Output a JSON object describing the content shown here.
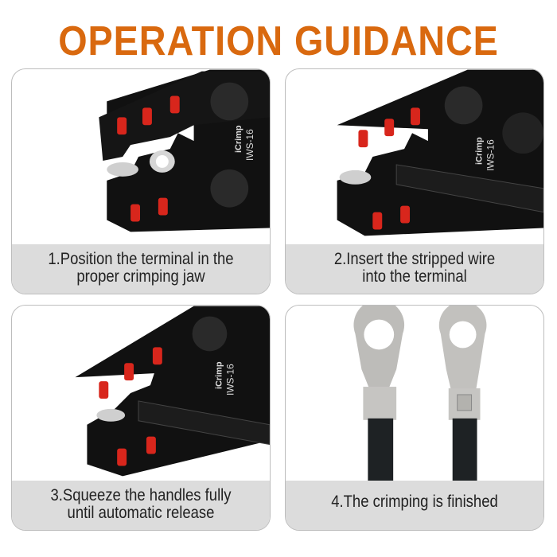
{
  "title": "OPERATION GUIDANCE",
  "tool_marking": {
    "brand": "iCrimp",
    "model": "IWS-16"
  },
  "steps": [
    {
      "line1": "1.Position the terminal in the",
      "line2": "proper crimping jaw"
    },
    {
      "line1": "2.Insert the stripped  wire",
      "line2": "into the terminal"
    },
    {
      "line1": "3.Squeeze the handles fully",
      "line2": "until automatic release"
    },
    {
      "line1": "4.The crimping is finished"
    }
  ],
  "colors": {
    "title": "#d9690f",
    "band": "#dcdcdc",
    "tool": "#111111",
    "mark": "#d8261c"
  }
}
